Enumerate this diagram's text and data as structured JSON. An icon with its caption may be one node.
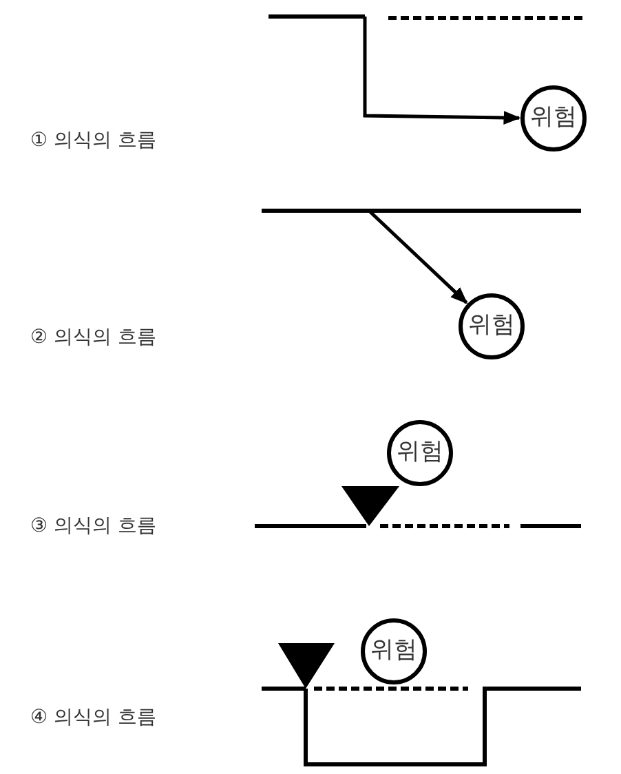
{
  "diagram": {
    "nodes": [
      {
        "text": [
          "위험"
        ]
      },
      {
        "text": [
          "위험"
        ]
      },
      {
        "text": [
          "위험"
        ]
      },
      {
        "text": [
          "위험"
        ]
      }
    ],
    "edges": [
      {
        "from": null,
        "to": 0,
        "arrow": "to"
      },
      {
        "from": null,
        "to": 1,
        "arrow": "to"
      }
    ],
    "labels": [
      "① 의식의 흐름",
      "② 의식의 흐름",
      "③ 의식의 흐름",
      "④ 의식의 흐름"
    ]
  }
}
